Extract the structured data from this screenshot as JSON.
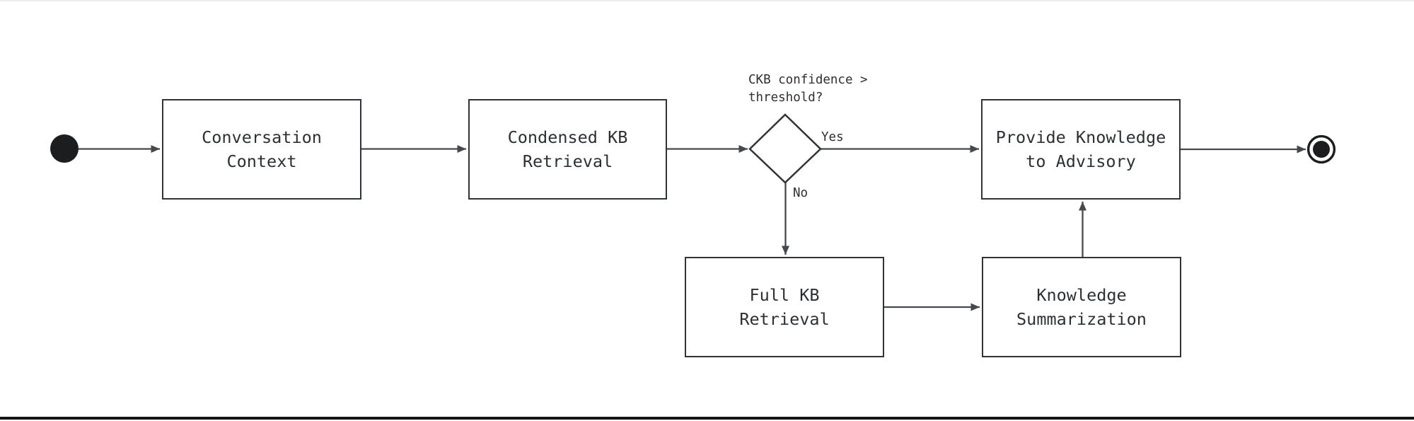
{
  "page": {
    "background": "#ffffff",
    "top_border_color": "#ececec",
    "bottom_bar_color": "#131418"
  },
  "colors": {
    "wire": "#45484c",
    "shape_border": "#303438",
    "text": "#2c3034",
    "terminal_fill": "#1b1d1f",
    "node_fill": "#ffffff"
  },
  "diagram": {
    "type": "activity-flowchart",
    "start_node": {
      "id": "start"
    },
    "end_node": {
      "id": "end"
    },
    "nodes": [
      {
        "id": "conversation-context",
        "lines": [
          "Conversation",
          "Context"
        ]
      },
      {
        "id": "condensed-kb-retrieval",
        "lines": [
          "Condensed KB",
          "Retrieval"
        ]
      },
      {
        "id": "provide-knowledge-to-advisory",
        "lines": [
          "Provide Knowledge",
          "to Advisory"
        ]
      },
      {
        "id": "full-kb-retrieval",
        "lines": [
          "Full KB",
          "Retrieval"
        ]
      },
      {
        "id": "knowledge-summarization",
        "lines": [
          "Knowledge",
          "Summarization"
        ]
      }
    ],
    "decision": {
      "id": "ckb-confidence-check",
      "label_lines": [
        "CKB confidence >",
        "threshold?"
      ],
      "branches": {
        "yes": "Yes",
        "no": "No"
      }
    },
    "edges": [
      {
        "from": "start",
        "to": "conversation-context"
      },
      {
        "from": "conversation-context",
        "to": "condensed-kb-retrieval"
      },
      {
        "from": "condensed-kb-retrieval",
        "to": "ckb-confidence-check"
      },
      {
        "from": "ckb-confidence-check",
        "to": "provide-knowledge-to-advisory",
        "label": "Yes"
      },
      {
        "from": "ckb-confidence-check",
        "to": "full-kb-retrieval",
        "label": "No"
      },
      {
        "from": "full-kb-retrieval",
        "to": "knowledge-summarization"
      },
      {
        "from": "knowledge-summarization",
        "to": "provide-knowledge-to-advisory"
      },
      {
        "from": "provide-knowledge-to-advisory",
        "to": "end"
      }
    ]
  }
}
